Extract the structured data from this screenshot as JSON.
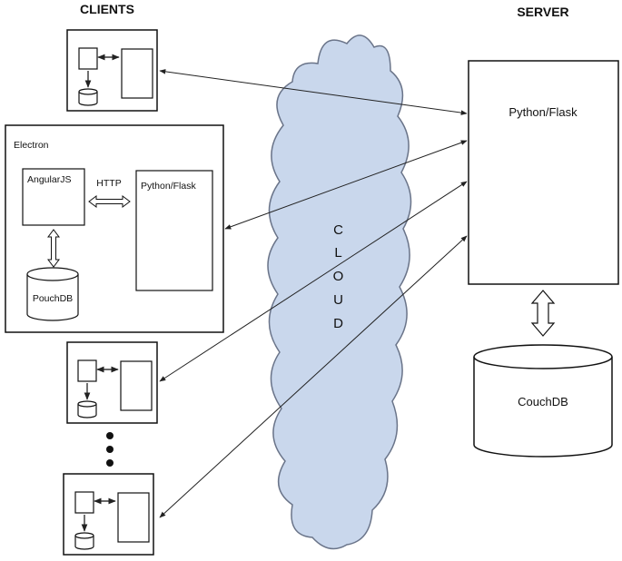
{
  "headers": {
    "clients": "CLIENTS",
    "server": "SERVER"
  },
  "electron": {
    "title": "Electron",
    "angular": "AngularJS",
    "http": "HTTP",
    "flask": "Python/Flask",
    "pouch": "PouchDB"
  },
  "server": {
    "flask": "Python/Flask",
    "couch": "CouchDB"
  },
  "cloud": {
    "letters": [
      "C",
      "L",
      "O",
      "U",
      "D"
    ]
  },
  "colors": {
    "cloud_fill": "#c9d7ec",
    "cloud_stroke": "#6a7489",
    "line": "#222222"
  }
}
